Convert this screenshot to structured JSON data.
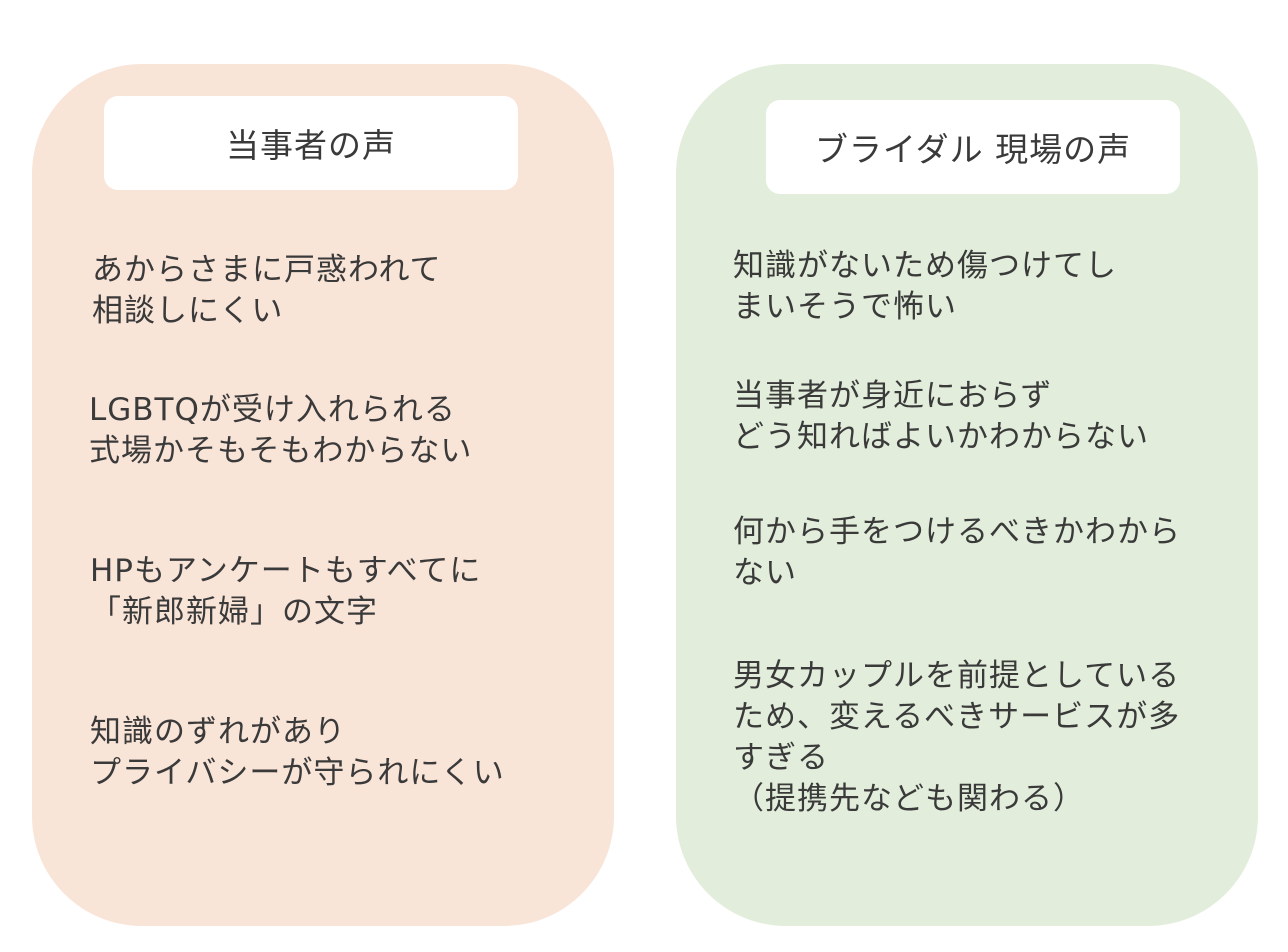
{
  "left": {
    "title": "当事者の声",
    "items": [
      "あからさまに戸惑われて\n相談しにくい",
      "LGBTQが受け入れられる\n式場かそもそもわからない",
      "HPもアンケートもすべてに\n「新郎新婦」の文字",
      "知識のずれがあり\nプライバシーが守られにくい"
    ]
  },
  "right": {
    "title": "ブライダル 現場の声",
    "items": [
      "知識がないため傷つけてし\nまいそうで怖い",
      "当事者が身近におらず\nどう知ればよいかわからない",
      "何から手をつけるべきかわから\nない",
      "男女カップルを前提としている\nため、変えるべきサービスが多\nすぎる\n（提携先なども関わる）"
    ]
  },
  "colors": {
    "left_panel": "#f9e4d8",
    "right_panel": "#e2eedb",
    "header_box": "#ffffff",
    "text": "#3a3a3a"
  }
}
